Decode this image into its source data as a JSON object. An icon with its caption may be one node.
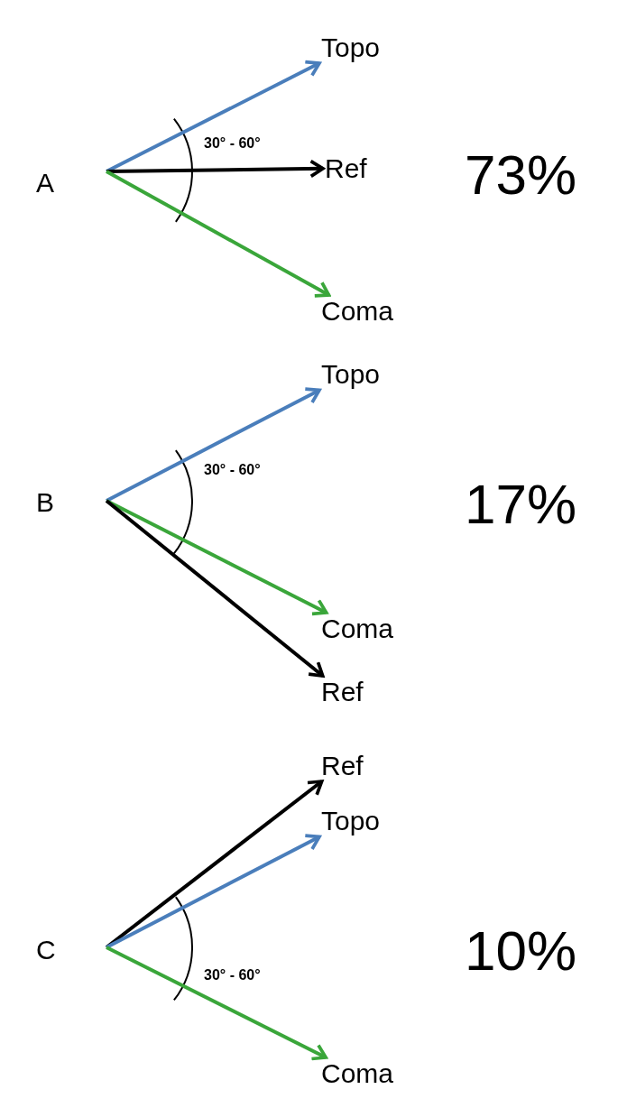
{
  "diagram": {
    "nodes": [
      {
        "text": [
          "Topo"
        ]
      },
      {
        "text": [
          "Ref"
        ]
      },
      {
        "text": [
          "Coma"
        ]
      },
      {
        "text": [
          "Topo"
        ]
      },
      {
        "text": [
          "Coma"
        ]
      },
      {
        "text": [
          "Ref"
        ]
      },
      {
        "text": [
          "Ref"
        ]
      },
      {
        "text": [
          "Topo"
        ]
      },
      {
        "text": [
          "Coma"
        ]
      }
    ],
    "edges": [
      {
        "from": null,
        "to": 0,
        "arrow": "to",
        "color": "#4a7ebb"
      },
      {
        "from": null,
        "to": 1,
        "arrow": "to",
        "color": "#000000"
      },
      {
        "from": null,
        "to": 2,
        "arrow": "to",
        "color": "#3aa63a"
      },
      {
        "from": null,
        "to": 3,
        "arrow": "to",
        "color": "#4a7ebb"
      },
      {
        "from": null,
        "to": 4,
        "arrow": "to",
        "color": "#3aa63a"
      },
      {
        "from": null,
        "to": 5,
        "arrow": "to",
        "color": "#000000"
      },
      {
        "from": null,
        "to": 6,
        "arrow": "to",
        "color": "#000000"
      },
      {
        "from": null,
        "to": 7,
        "arrow": "to",
        "color": "#4a7ebb"
      },
      {
        "from": null,
        "to": 8,
        "arrow": "to",
        "color": "#3aa63a"
      }
    ],
    "labels": [
      "A",
      "30° - 60°",
      "73%",
      "B",
      "30° - 60°",
      "17%",
      "C",
      "30° - 60°",
      "10%"
    ]
  }
}
